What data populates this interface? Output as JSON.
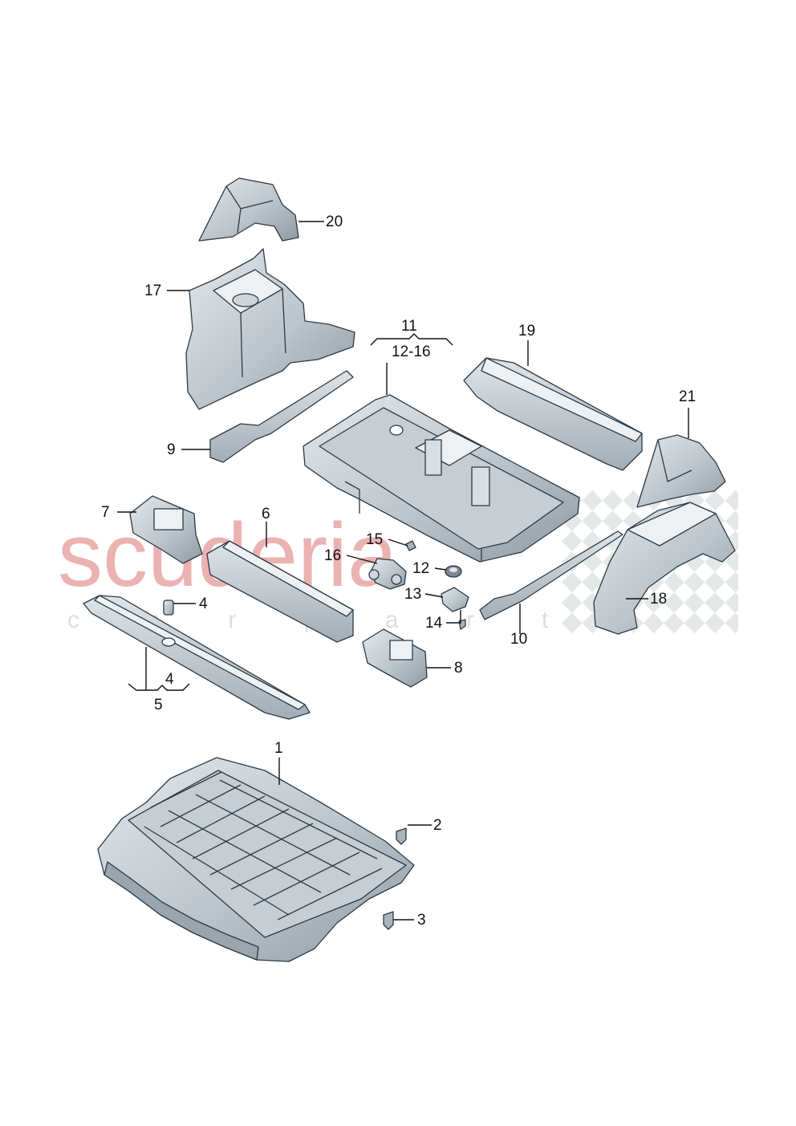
{
  "watermark": {
    "brand": "scuderia",
    "tagline": "c a r   p a r t s",
    "brand_color": "#e8a5a5",
    "tagline_color": "#d9d9d9",
    "flag_color": "#cfd3d6"
  },
  "colors": {
    "part_light": "#d9dee2",
    "part_mid": "#b7c0c7",
    "part_dark": "#8f9aa3",
    "edge": "#2b3a45"
  },
  "callouts": {
    "c1": "1",
    "c2": "2",
    "c3": "3",
    "c4a": "4",
    "c4b": "4",
    "c5": "5",
    "c6": "6",
    "c7": "7",
    "c8": "8",
    "c9": "9",
    "c10": "10",
    "c11": "11",
    "c11_range": "12-16",
    "c12": "12",
    "c13": "13",
    "c14": "14",
    "c15": "15",
    "c16": "16",
    "c17": "17",
    "c18": "18",
    "c19": "19",
    "c20": "20",
    "c21": "21"
  }
}
